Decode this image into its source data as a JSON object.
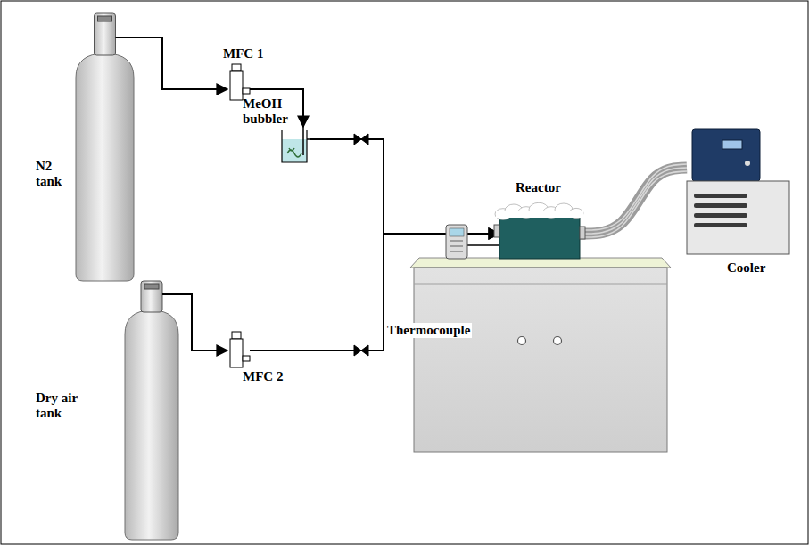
{
  "diagram": {
    "nodes": [
      {
        "text": [
          "N2 tank"
        ]
      },
      {
        "text": [
          "MFC 1"
        ]
      },
      {
        "text": [
          "MeOH bubbler"
        ]
      },
      {
        "text": [
          "Reactor"
        ]
      },
      {
        "text": [
          "Thermocouple"
        ]
      },
      {
        "text": [
          "MFC 2"
        ]
      },
      {
        "text": [
          "Dry air tank"
        ]
      },
      {
        "text": [
          "Cooler"
        ]
      }
    ],
    "edges": [
      {
        "from": 0,
        "to": 1,
        "arrow": "to"
      },
      {
        "from": 1,
        "to": 2,
        "arrow": "to"
      },
      {
        "from": 2,
        "to": 3,
        "arrow": "to"
      },
      {
        "from": 6,
        "to": 5,
        "arrow": "to"
      },
      {
        "from": 5,
        "to": 3,
        "arrow": "to"
      },
      {
        "from": 4,
        "to": 3,
        "arrow": "none"
      },
      {
        "from": 3,
        "to": 7,
        "arrow": "none"
      }
    ]
  }
}
